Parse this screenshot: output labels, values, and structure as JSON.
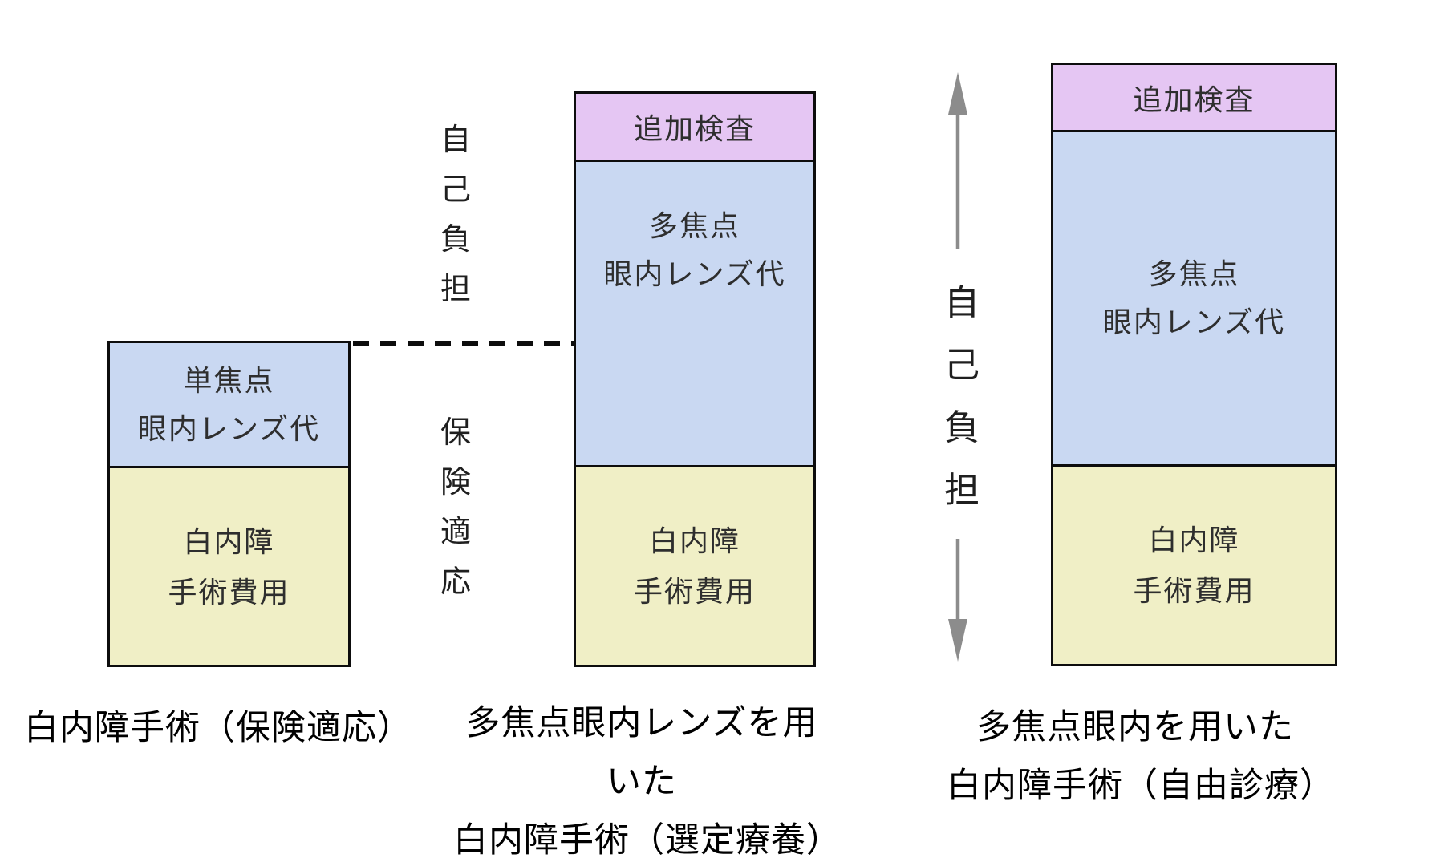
{
  "diagram_title": "",
  "colors": {
    "lens_fill_blue": "#c9d8f2",
    "surgery_fill_yellow": "#f0efc6",
    "extra_exam_fill_purple": "#e5c6f3",
    "border_black": "#0d0d0d",
    "arrow_gray": "#8c8c8c",
    "background": "#ffffff"
  },
  "bars": {
    "insurance": {
      "lens_line1": "単焦点",
      "lens_line2": "眼内レンズ代",
      "surgery_line1": "白内障",
      "surgery_line2": "手術費用",
      "caption_line1": "白内障手術（保険適応）"
    },
    "sentei": {
      "extra_exam": "追加検査",
      "lens_line1": "多焦点",
      "lens_line2": "眼内レンズ代",
      "surgery_line1": "白内障",
      "surgery_line2": "手術費用",
      "caption_line1": "多焦点眼内レンズを用いた",
      "caption_line2": "白内障手術（選定療養）"
    },
    "jiyuu": {
      "extra_exam": "追加検査",
      "lens_line1": "多焦点",
      "lens_line2": "眼内レンズ代",
      "surgery_line1": "白内障",
      "surgery_line2": "手術費用",
      "caption_line1": "多焦点眼内を用いた",
      "caption_line2": "白内障手術（自由診療）"
    }
  },
  "labels": {
    "self_pay_left": "自己負担",
    "insurance_coverage": "保険適応",
    "self_pay_right": "自己負担"
  }
}
